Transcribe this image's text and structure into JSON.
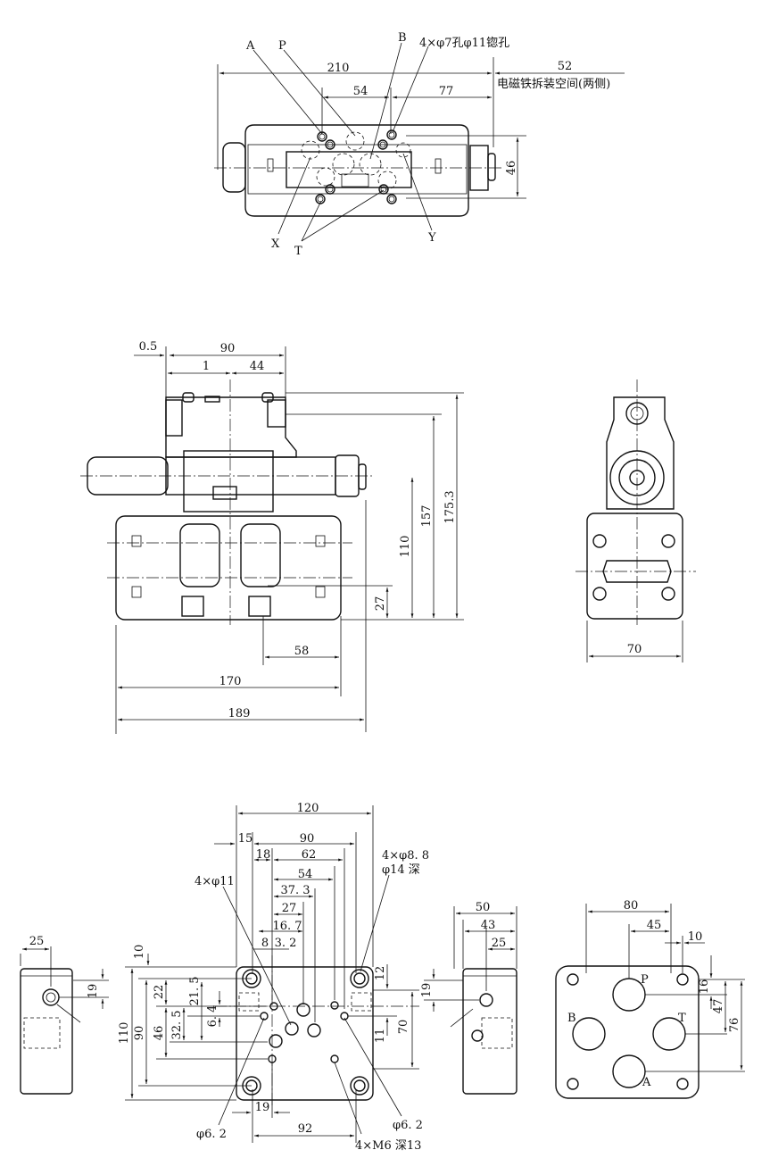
{
  "top_view": {
    "port_labels": {
      "A": "A",
      "P": "P",
      "B": "B",
      "X": "X",
      "T": "T",
      "Y": "Y"
    },
    "hole_note": "4×φ7孔φ11锪孔",
    "dims": {
      "overall": "210",
      "solenoid_space": "52",
      "p_to_b": "54",
      "b_to_end": "77",
      "height": "46"
    },
    "solenoid_note": "电磁铁拆装空间(两侧)"
  },
  "front_view": {
    "dims": {
      "offset": "0.5",
      "width_top": "90",
      "gap": "1",
      "half": "44",
      "h157": "157",
      "h175": "175.3",
      "h110": "110",
      "h27": "27",
      "w58": "58",
      "w170": "170",
      "w189": "189"
    }
  },
  "side_view": {
    "dims": {
      "width": "70"
    }
  },
  "base_left_view": {
    "dims": {
      "w25": "25",
      "h19": "19"
    }
  },
  "base_plan_view": {
    "dims": {
      "w120": "120",
      "w15": "15",
      "w90": "90",
      "w18": "18",
      "w62": "62",
      "w54": "54",
      "w37_3": "37. 3",
      "w27": "27",
      "w16_7": "16. 7",
      "w8": "8",
      "w3_2": "3. 2",
      "h10": "10",
      "h110": "110",
      "h90": "90",
      "h22": "22",
      "h46": "46",
      "h21_5": "21. 5",
      "h32_5": "32. 5",
      "h6_4": "6. 4",
      "h12": "12",
      "h11": "11",
      "h70": "70",
      "w19": "19",
      "w92": "92"
    },
    "notes": {
      "holes_11": "4×φ11",
      "holes_8_8": "4×φ8. 8",
      "depth_14": "φ14 深",
      "pin_left": "φ6. 2",
      "pin_right": "φ6. 2",
      "thread": "4×M6 深13"
    }
  },
  "base_right_view": {
    "dims": {
      "w50": "50",
      "w43": "43",
      "w25": "25",
      "h19": "19"
    }
  },
  "port_plate_view": {
    "dims": {
      "w80": "80",
      "w45": "45",
      "w10": "10",
      "h16": "16",
      "h47": "47",
      "h76": "76"
    },
    "ports": {
      "P": "P",
      "B": "B",
      "T": "T",
      "A": "A"
    }
  }
}
